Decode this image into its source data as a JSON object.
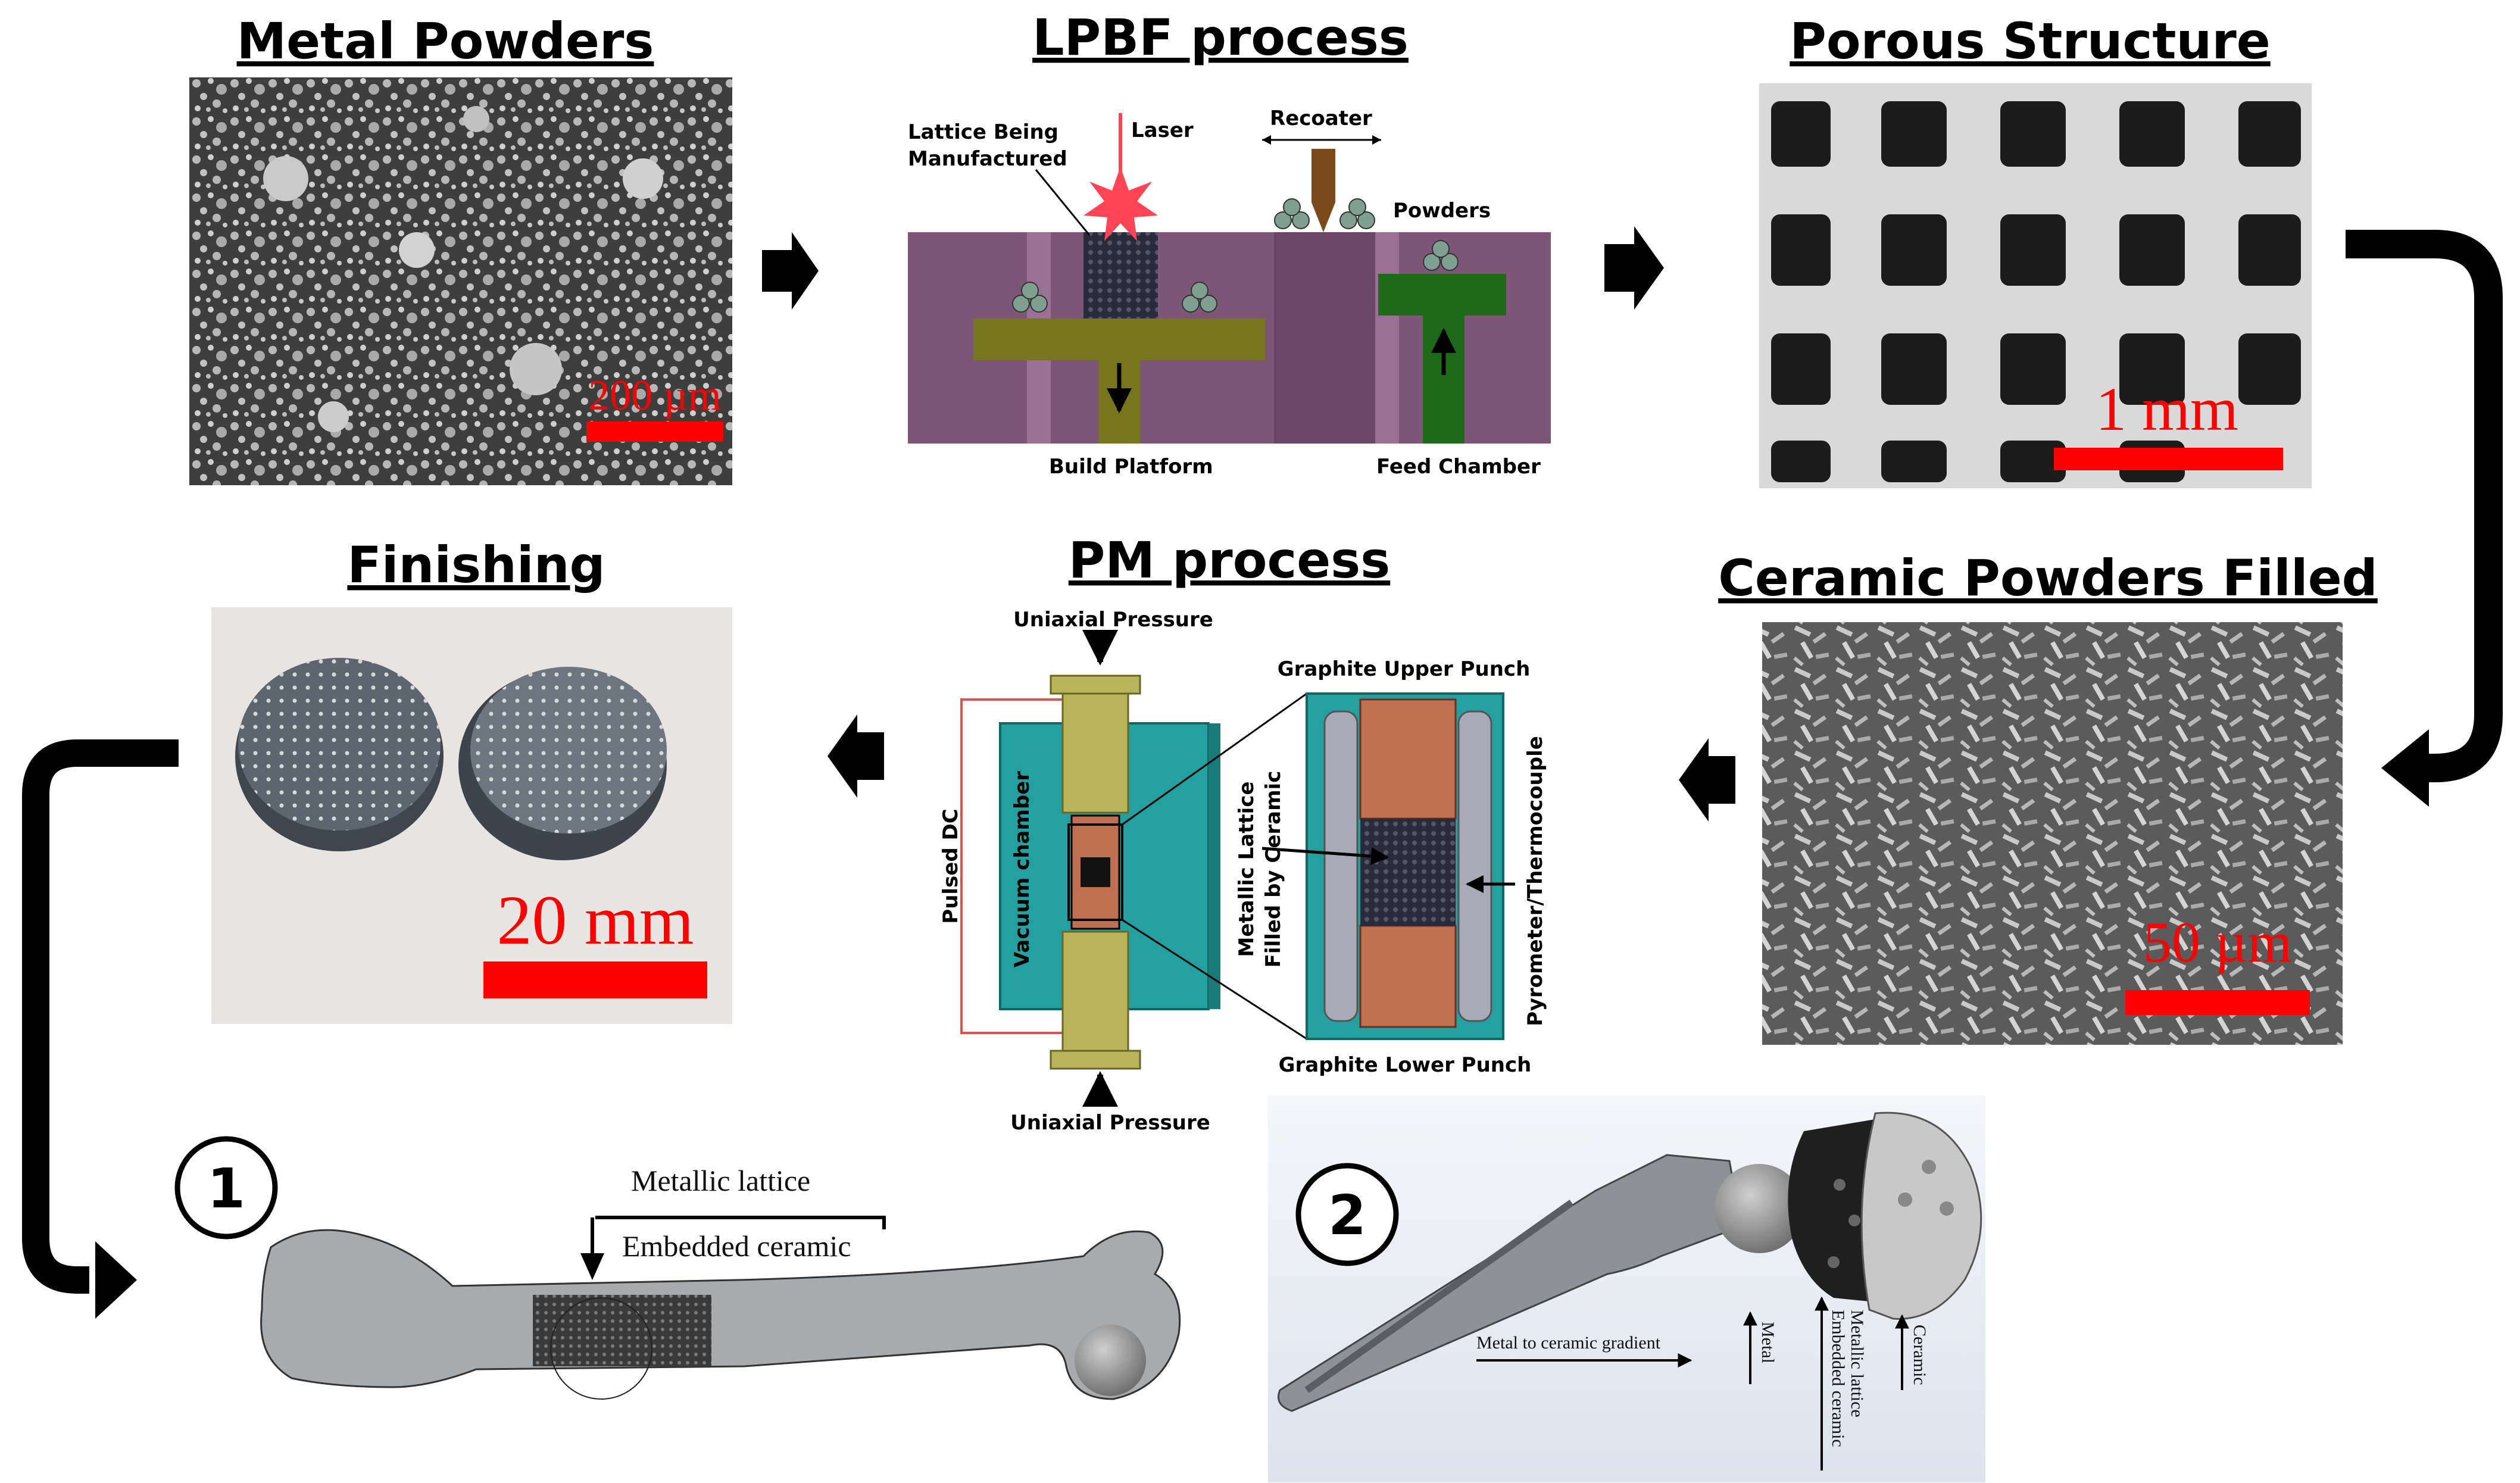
{
  "panels": {
    "metal_powders": {
      "title": "Metal Powders",
      "scale_bar": "200 µm"
    },
    "lpbf_process": {
      "title": "LPBF process",
      "labels": {
        "lattice_line1": "Lattice Being",
        "lattice_line2": "Manufactured",
        "laser": "Laser",
        "recoater": "Recoater",
        "powders": "Powders",
        "build_platform": "Build Platform",
        "feed_chamber": "Feed Chamber"
      }
    },
    "porous_structure": {
      "title": "Porous Structure",
      "scale_bar": "1 mm"
    },
    "finishing": {
      "title": "Finishing",
      "scale_bar": "20 mm"
    },
    "pm_process": {
      "title": "PM process",
      "labels": {
        "uniaxial_top": "Uniaxial Pressure",
        "uniaxial_bottom": "Uniaxial Pressure",
        "pulsed_dc": "Pulsed DC",
        "vacuum_chamber": "Vacuum chamber",
        "graphite_upper": "Graphite Upper Punch",
        "graphite_lower": "Graphite Lower Punch",
        "lattice_line1": "Metallic Lattice",
        "lattice_line2": "Filled by Ceramic",
        "pyrometer": "Pyrometer/Thermocouple"
      }
    },
    "ceramic_powders": {
      "title": "Ceramic Powders Filled",
      "scale_bar": "50 µm"
    },
    "application_1": {
      "number": "1",
      "metallic_lattice": "Metallic lattice",
      "embedded_ceramic": "Embedded ceramic"
    },
    "application_2": {
      "number": "2",
      "gradient": "Metal to ceramic gradient",
      "metal": "Metal",
      "lattice_line1": "Metallic lattice",
      "lattice_line2": "Embedded ceramic",
      "ceramic": "Ceramic"
    }
  },
  "colors": {
    "scale_red": "#ff0000",
    "chamber_purple": "#7d5577",
    "platform_olive": "#77761c",
    "feed_green": "#1e6a1a",
    "laser_red": "#ff4455",
    "vacuum_teal": "#25a0a0",
    "punch_copper": "#c07050",
    "piston_khaki": "#b9b55a"
  }
}
